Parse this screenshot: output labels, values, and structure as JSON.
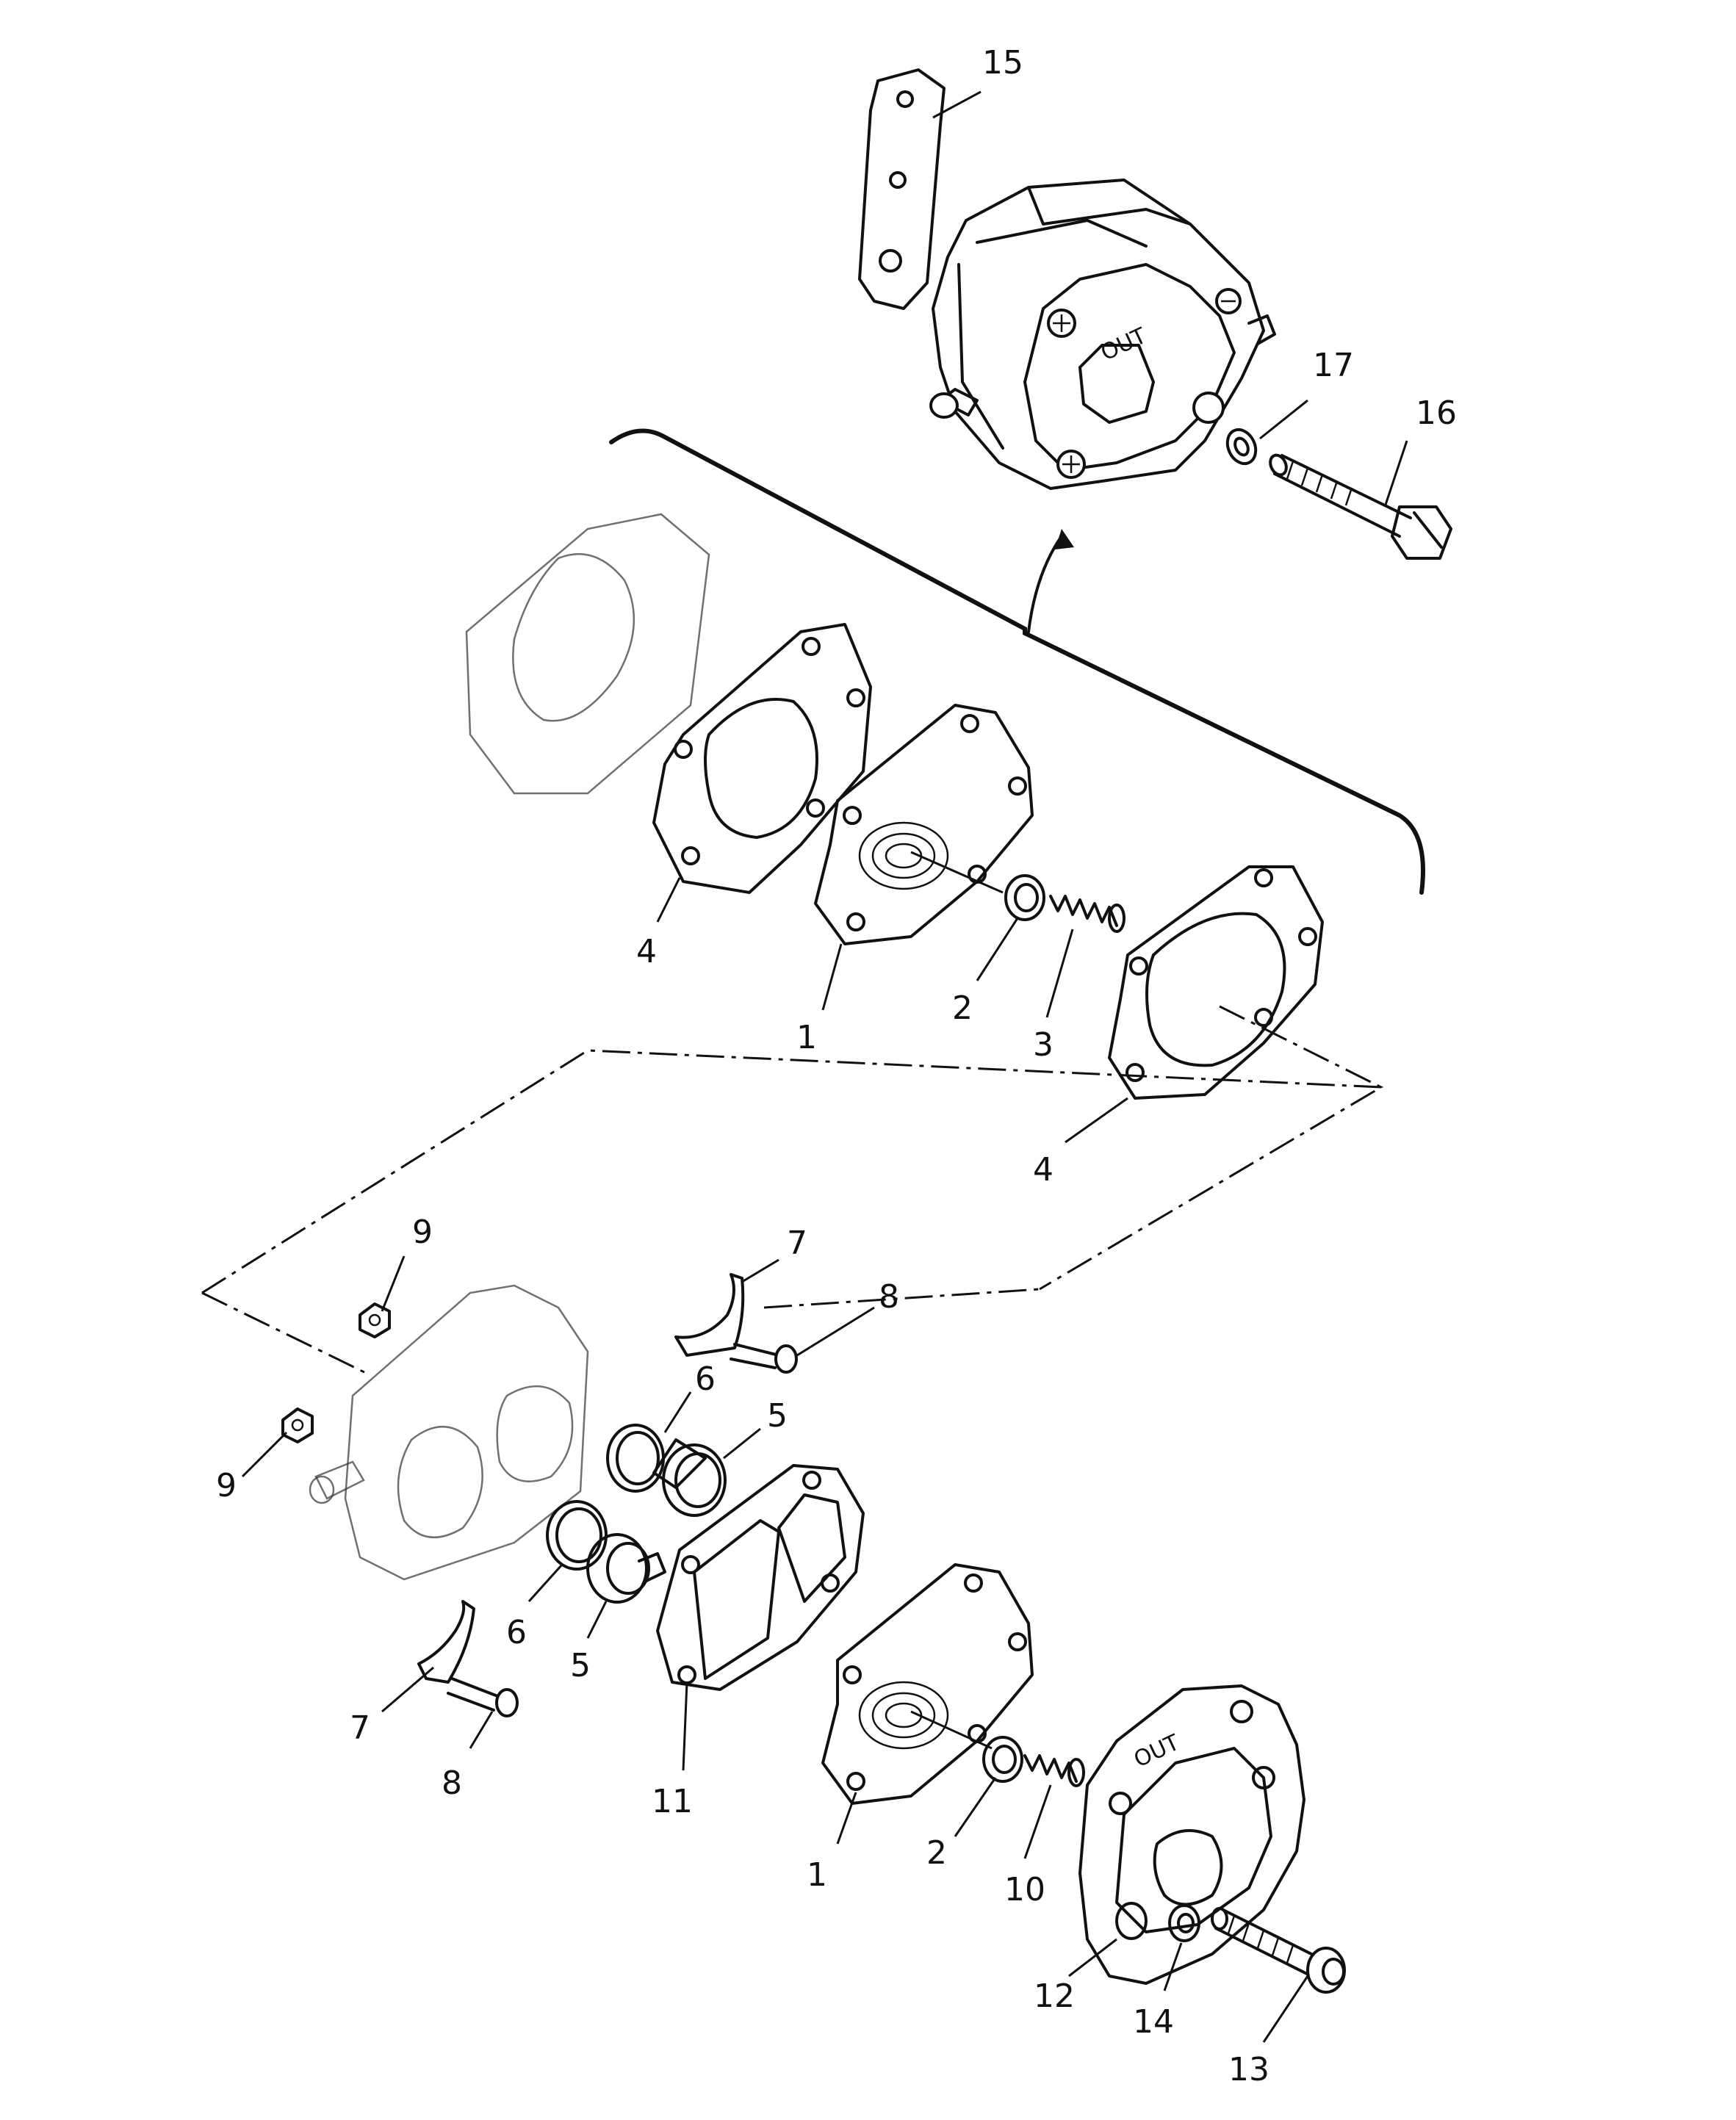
{
  "diagram": {
    "callouts": [
      "15",
      "17",
      "16",
      "4",
      "1",
      "2",
      "3",
      "4",
      "9",
      "7",
      "8",
      "6",
      "5",
      "9",
      "6",
      "5",
      "7",
      "8",
      "11",
      "1",
      "2",
      "10",
      "12",
      "14",
      "13"
    ]
  },
  "body": {
    "embossed_text": "OUT"
  },
  "colors": {
    "ink": "#111111",
    "paper": "#ffffff"
  }
}
